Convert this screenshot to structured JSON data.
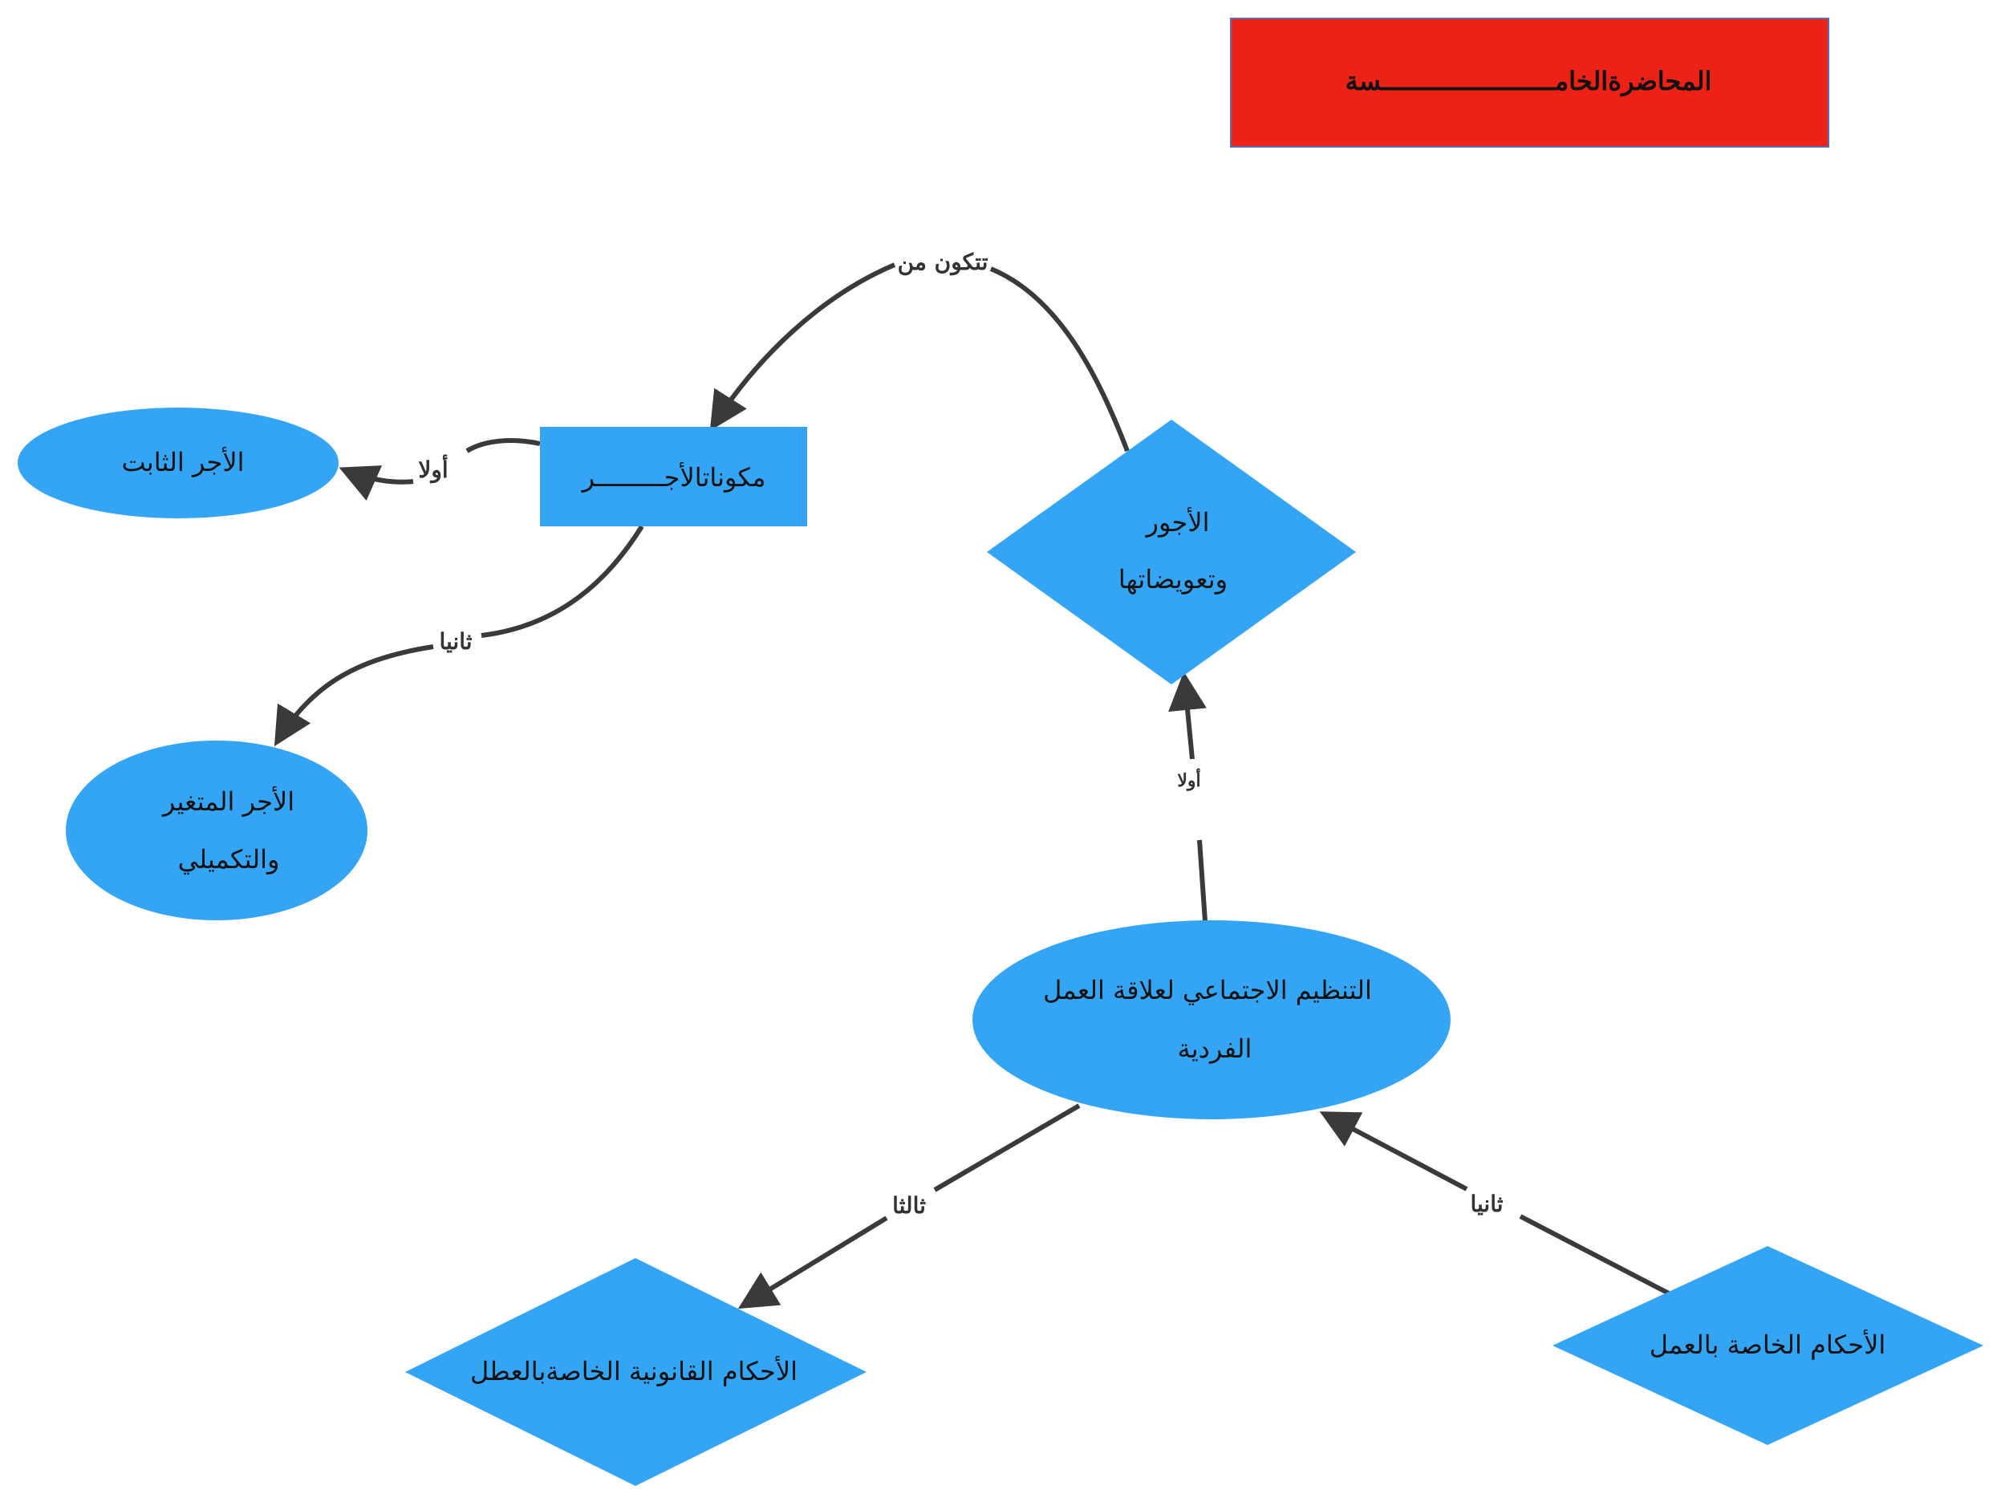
{
  "colors": {
    "node_fill": "#33a5f4",
    "title_fill": "#ec2216",
    "edge_stroke": "#3a3a3a",
    "background": "#ffffff"
  },
  "title": "المحاضرةالخامـــــــــــــــــــــــسة",
  "nodes": {
    "fixed_wage": "الأجر الثابت",
    "wage_components": "مكوناتالأجـــــــــر",
    "variable_wage_line1": "الأجر المتغير",
    "variable_wage_line2": "والتكميلي",
    "wages_compensation_line1": "الأجور",
    "wages_compensation_line2": "وتعويضاتها",
    "social_regulation_line1": "التنظيم الاجتماعي لعلاقة العمل",
    "social_regulation_line2": "الفردية",
    "legal_provisions_unemployment": "الأحكام القانونية الخاصةبالعطل",
    "work_provisions": "الأحكام الخاصة بالعمل"
  },
  "edges": {
    "consists_of": "تتكون من",
    "first_fixed": "أولا",
    "second_variable": "ثانيا",
    "first_wages": "أولا",
    "second_work": "ثانيا",
    "third_legal": "ثالثا"
  }
}
